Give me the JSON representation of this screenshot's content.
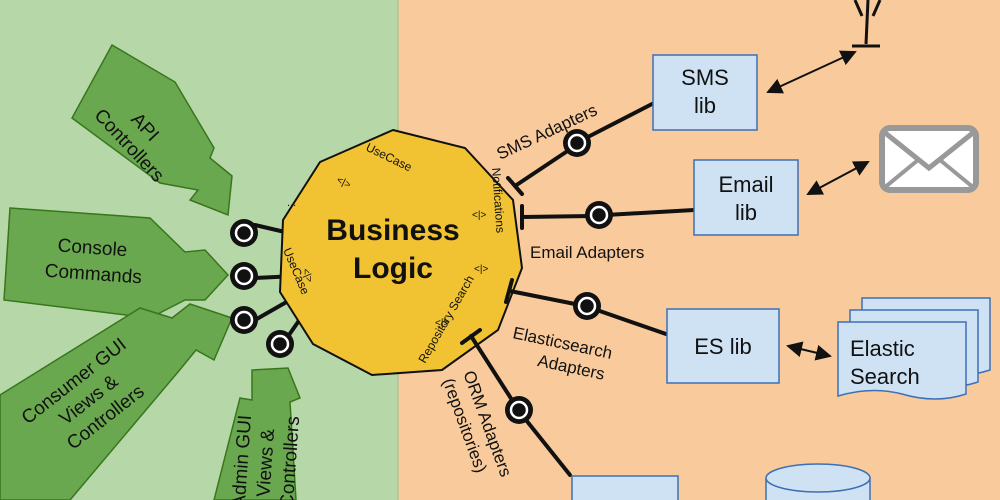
{
  "core": {
    "line1": "Business",
    "line2": "Logic"
  },
  "ports": {
    "usecase_top": "UseCase",
    "usecase_left": "UseCase",
    "notifications": "Notifications",
    "repository_search": "Repository Search",
    "ellipsis": "...",
    "arrows": "<|>"
  },
  "driving_adapters": {
    "api": [
      "API",
      "Controllers"
    ],
    "console": [
      "Console",
      "Commands"
    ],
    "consumer_gui": [
      "Consumer GUI",
      "Views &",
      "Controllers"
    ],
    "admin_gui": [
      "Admin GUI",
      "Views &",
      "Controllers"
    ]
  },
  "driven_adapters": {
    "sms": "SMS Adapters",
    "email": "Email Adapters",
    "elasticsearch": [
      "Elasticsearch",
      "Adapters"
    ],
    "orm": [
      "ORM Adapters",
      "(repositories)"
    ]
  },
  "libs": {
    "sms": [
      "SMS",
      "lib"
    ],
    "email": [
      "Email",
      "lib"
    ],
    "es": "ES lib",
    "elastic_search": [
      "Elastic",
      "Search"
    ]
  },
  "colors": {
    "left_bg": "#b6d7a8",
    "right_bg": "#f9cb9c",
    "core_fill": "#f1c232",
    "adapter_fill": "#6aa84f",
    "lib_fill": "#cfe2f3",
    "lib_stroke": "#1155cc",
    "envelope": "#999999"
  },
  "icons": [
    "antenna-icon",
    "envelope-icon",
    "database-icon",
    "document-stack-icon"
  ]
}
